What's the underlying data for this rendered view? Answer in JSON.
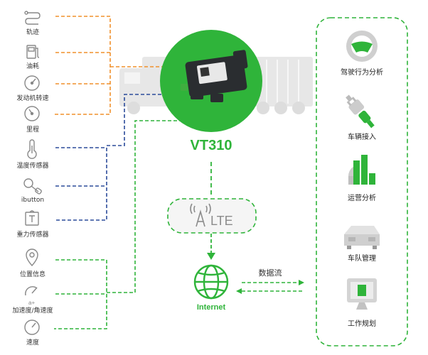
{
  "device": {
    "name": "VT310"
  },
  "network": {
    "lte_label": "LTE",
    "internet_label": "Internet",
    "flow_label": "数据流"
  },
  "sensors": {
    "orange": [
      {
        "label": "轨迹",
        "icon": "track-icon"
      },
      {
        "label": "油耗",
        "icon": "fuel-icon"
      },
      {
        "label": "发动机转速",
        "icon": "engine-rpm-icon"
      },
      {
        "label": "里程",
        "icon": "odometer-icon"
      }
    ],
    "blue": [
      {
        "label": "温度传感器",
        "icon": "thermometer-icon"
      },
      {
        "label": "ibutton",
        "icon": "ibutton-icon"
      },
      {
        "label": "重力传感器",
        "icon": "weight-sensor-icon"
      }
    ],
    "green": [
      {
        "label": "位置信息",
        "icon": "location-pin-icon"
      },
      {
        "label": "加速度/角速度",
        "icon": "acceleration-icon"
      },
      {
        "label": "速度",
        "icon": "speedometer-icon"
      }
    ]
  },
  "applications": [
    {
      "label": "驾驶行为分析",
      "icon": "steering-wheel-icon"
    },
    {
      "label": "车辆接入",
      "icon": "plug-connect-icon"
    },
    {
      "label": "运营分析",
      "icon": "bar-chart-icon"
    },
    {
      "label": "车队管理",
      "icon": "vehicle-box-icon"
    },
    {
      "label": "工作规划",
      "icon": "monitor-icon"
    }
  ],
  "colors": {
    "green": "#2fb43a",
    "orange": "#f0912c",
    "blue": "#2b4b9a",
    "icon": "#888888",
    "truck": "#e4e4e4"
  }
}
